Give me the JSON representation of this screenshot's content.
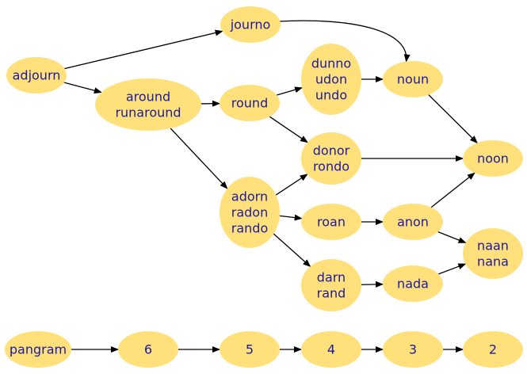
{
  "colors": {
    "node_fill": "#ffe07a",
    "node_text": "#1a1aa0",
    "edge": "#000000",
    "background": "#ffffff"
  },
  "nodes": [
    {
      "id": "adjourn",
      "lines": [
        "adjourn"
      ]
    },
    {
      "id": "journo",
      "lines": [
        "journo"
      ]
    },
    {
      "id": "around-runaround",
      "lines": [
        "around",
        "runaround"
      ]
    },
    {
      "id": "round",
      "lines": [
        "round"
      ]
    },
    {
      "id": "dunno-udon-undo",
      "lines": [
        "dunno",
        "udon",
        "undo"
      ]
    },
    {
      "id": "noun",
      "lines": [
        "noun"
      ]
    },
    {
      "id": "donor-rondo",
      "lines": [
        "donor",
        "rondo"
      ]
    },
    {
      "id": "noon",
      "lines": [
        "noon"
      ]
    },
    {
      "id": "adorn-radon-rando",
      "lines": [
        "adorn",
        "radon",
        "rando"
      ]
    },
    {
      "id": "roan",
      "lines": [
        "roan"
      ]
    },
    {
      "id": "anon",
      "lines": [
        "anon"
      ]
    },
    {
      "id": "naan-nana",
      "lines": [
        "naan",
        "nana"
      ]
    },
    {
      "id": "darn-rand",
      "lines": [
        "darn",
        "rand"
      ]
    },
    {
      "id": "nada",
      "lines": [
        "nada"
      ]
    },
    {
      "id": "pangram",
      "lines": [
        "pangram"
      ]
    },
    {
      "id": "six",
      "lines": [
        "6"
      ]
    },
    {
      "id": "five",
      "lines": [
        "5"
      ]
    },
    {
      "id": "four",
      "lines": [
        "4"
      ]
    },
    {
      "id": "three",
      "lines": [
        "3"
      ]
    },
    {
      "id": "two",
      "lines": [
        "2"
      ]
    }
  ],
  "edges": [
    {
      "from": "adjourn",
      "to": "journo"
    },
    {
      "from": "adjourn",
      "to": "around-runaround"
    },
    {
      "from": "journo",
      "to": "noun"
    },
    {
      "from": "around-runaround",
      "to": "round"
    },
    {
      "from": "around-runaround",
      "to": "adorn-radon-rando"
    },
    {
      "from": "round",
      "to": "dunno-udon-undo"
    },
    {
      "from": "round",
      "to": "donor-rondo"
    },
    {
      "from": "dunno-udon-undo",
      "to": "noun"
    },
    {
      "from": "noun",
      "to": "noon"
    },
    {
      "from": "donor-rondo",
      "to": "noon"
    },
    {
      "from": "adorn-radon-rando",
      "to": "donor-rondo"
    },
    {
      "from": "adorn-radon-rando",
      "to": "roan"
    },
    {
      "from": "adorn-radon-rando",
      "to": "darn-rand"
    },
    {
      "from": "roan",
      "to": "anon"
    },
    {
      "from": "anon",
      "to": "noon"
    },
    {
      "from": "anon",
      "to": "naan-nana"
    },
    {
      "from": "darn-rand",
      "to": "nada"
    },
    {
      "from": "nada",
      "to": "naan-nana"
    },
    {
      "from": "pangram",
      "to": "six"
    },
    {
      "from": "six",
      "to": "five"
    },
    {
      "from": "five",
      "to": "four"
    },
    {
      "from": "four",
      "to": "three"
    },
    {
      "from": "three",
      "to": "two"
    }
  ]
}
